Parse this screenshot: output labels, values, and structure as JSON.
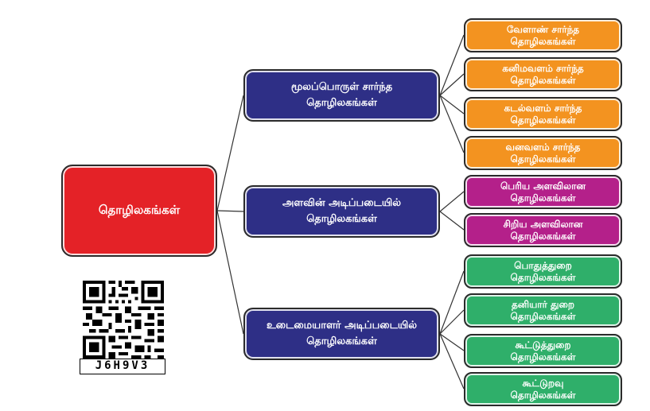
{
  "colors": {
    "root": "#e42227",
    "mid": "#2e2f86",
    "orange": "#f39320",
    "magenta": "#b4208a",
    "green": "#2faf6a",
    "line": "#333333"
  },
  "root": {
    "label": "தொழிலகங்கள்"
  },
  "categories": [
    {
      "line1": "மூலப்பொருள் சார்ந்த",
      "line2": "தொழிலகங்கள்",
      "color": "#2e2f86",
      "children": [
        {
          "line1": "வேளாண் சார்ந்த",
          "line2": "தொழிலகங்கள்",
          "color": "#f39320"
        },
        {
          "line1": "கனிமவளம் சார்ந்த",
          "line2": "தொழிலகங்கள்",
          "color": "#f39320"
        },
        {
          "line1": "கடல்வளம் சார்ந்த",
          "line2": "தொழிலகங்கள்",
          "color": "#f39320"
        },
        {
          "line1": "வனவளம் சார்ந்த",
          "line2": "தொழிலகங்கள்",
          "color": "#f39320"
        }
      ]
    },
    {
      "line1": "அளவின் அடிப்படையில்",
      "line2": "தொழிலகங்கள்",
      "color": "#2e2f86",
      "children": [
        {
          "line1": "பெரிய அளவிலான",
          "line2": "தொழிலகங்கள்",
          "color": "#b4208a"
        },
        {
          "line1": "சிறிய அளவிலான",
          "line2": "தொழிலகங்கள்",
          "color": "#b4208a"
        }
      ]
    },
    {
      "line1": "உடைமையாளர் அடிப்படையில்",
      "line2": "தொழிலகங்கள்",
      "color": "#2e2f86",
      "children": [
        {
          "line1": "பொதுத்துறை",
          "line2": "தொழிலகங்கள்",
          "color": "#2faf6a"
        },
        {
          "line1": "தனியார் துறை",
          "line2": "தொழிலகங்கள்",
          "color": "#2faf6a"
        },
        {
          "line1": "கூட்டுத்துறை",
          "line2": "தொழிலகங்கள்",
          "color": "#2faf6a"
        },
        {
          "line1": "கூட்டுறவு",
          "line2": "தொழிலகங்கள்",
          "color": "#2faf6a"
        }
      ]
    }
  ],
  "qr": {
    "code": "J6H9V3"
  }
}
